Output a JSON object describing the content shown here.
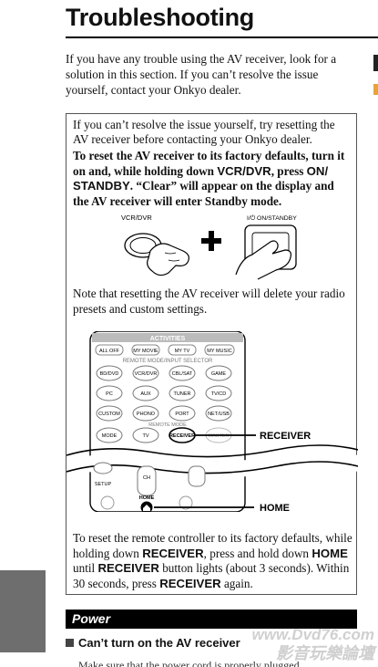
{
  "page": {
    "title": "Troubleshooting",
    "intro": "If you have any trouble using the AV receiver, look for a solution in this section. If you can’t resolve the issue yourself, contact your Onkyo dealer."
  },
  "reset_box": {
    "para1": "If you can’t resolve the issue yourself, try resetting the AV receiver before contacting your Onkyo dealer.",
    "bold_1": "To reset the AV receiver to its factory defaults, turn it on and, while holding down ",
    "bold_key1": "VCR/DVR",
    "bold_2": ", press ",
    "bold_key2": "ON/ STANDBY",
    "bold_3": ". “Clear” will appear on the display and the AV receiver will enter Standby mode.",
    "figure1": {
      "left_label": "VCR/DVR",
      "right_label": "I/⏻ ON/STANDBY"
    },
    "note": "Note that resetting the AV receiver will delete your radio presets and custom settings.",
    "remote_figure": {
      "activities_label": "ACTIVITIES",
      "row1": [
        "ALL OFF",
        "MY MOVIE",
        "MY TV",
        "MY MUSIC"
      ],
      "section_label": "REMOTE MODE/INPUT SELECTOR",
      "row2": [
        "BD/DVD",
        "VCR/DVR",
        "CBL/SAT",
        "GAME"
      ],
      "row3": [
        "PC",
        "AUX",
        "TUNER",
        "TV/CD"
      ],
      "row4": [
        "CUSTOM",
        "PHONO",
        "PORT",
        "NET/USB"
      ],
      "remote_mode_label": "REMOTE MODE",
      "row5": [
        "MODE",
        "TV",
        "RECEIVER",
        "MASTER"
      ],
      "ch_label": "CH",
      "setup_label": "SETUP",
      "home_key_label": "HOME",
      "callout_receiver": "RECEIVER",
      "callout_home": "HOME"
    },
    "remote_reset": {
      "t1": "To reset the remote controller to its factory defaults, while holding down ",
      "k1": "RECEIVER",
      "t2": ", press and hold down ",
      "k2": "HOME",
      "t3": " until ",
      "k3": "RECEIVER",
      "t4": " button lights (about 3 seconds). Within 30 seconds, press ",
      "k4": "RECEIVER",
      "t5": " again."
    }
  },
  "power_section": {
    "heading": "Power",
    "subheading": "Can’t turn on the AV receiver",
    "cut_text": "Make sure that the power cord is properly plugged"
  },
  "watermark": {
    "url": "www.Dvd76.com",
    "chinese": "影音玩樂論壇"
  },
  "colors": {
    "side_tab": "#6e6e6e",
    "accent_tab": "#e8a33a",
    "power_bar": "#000000"
  }
}
